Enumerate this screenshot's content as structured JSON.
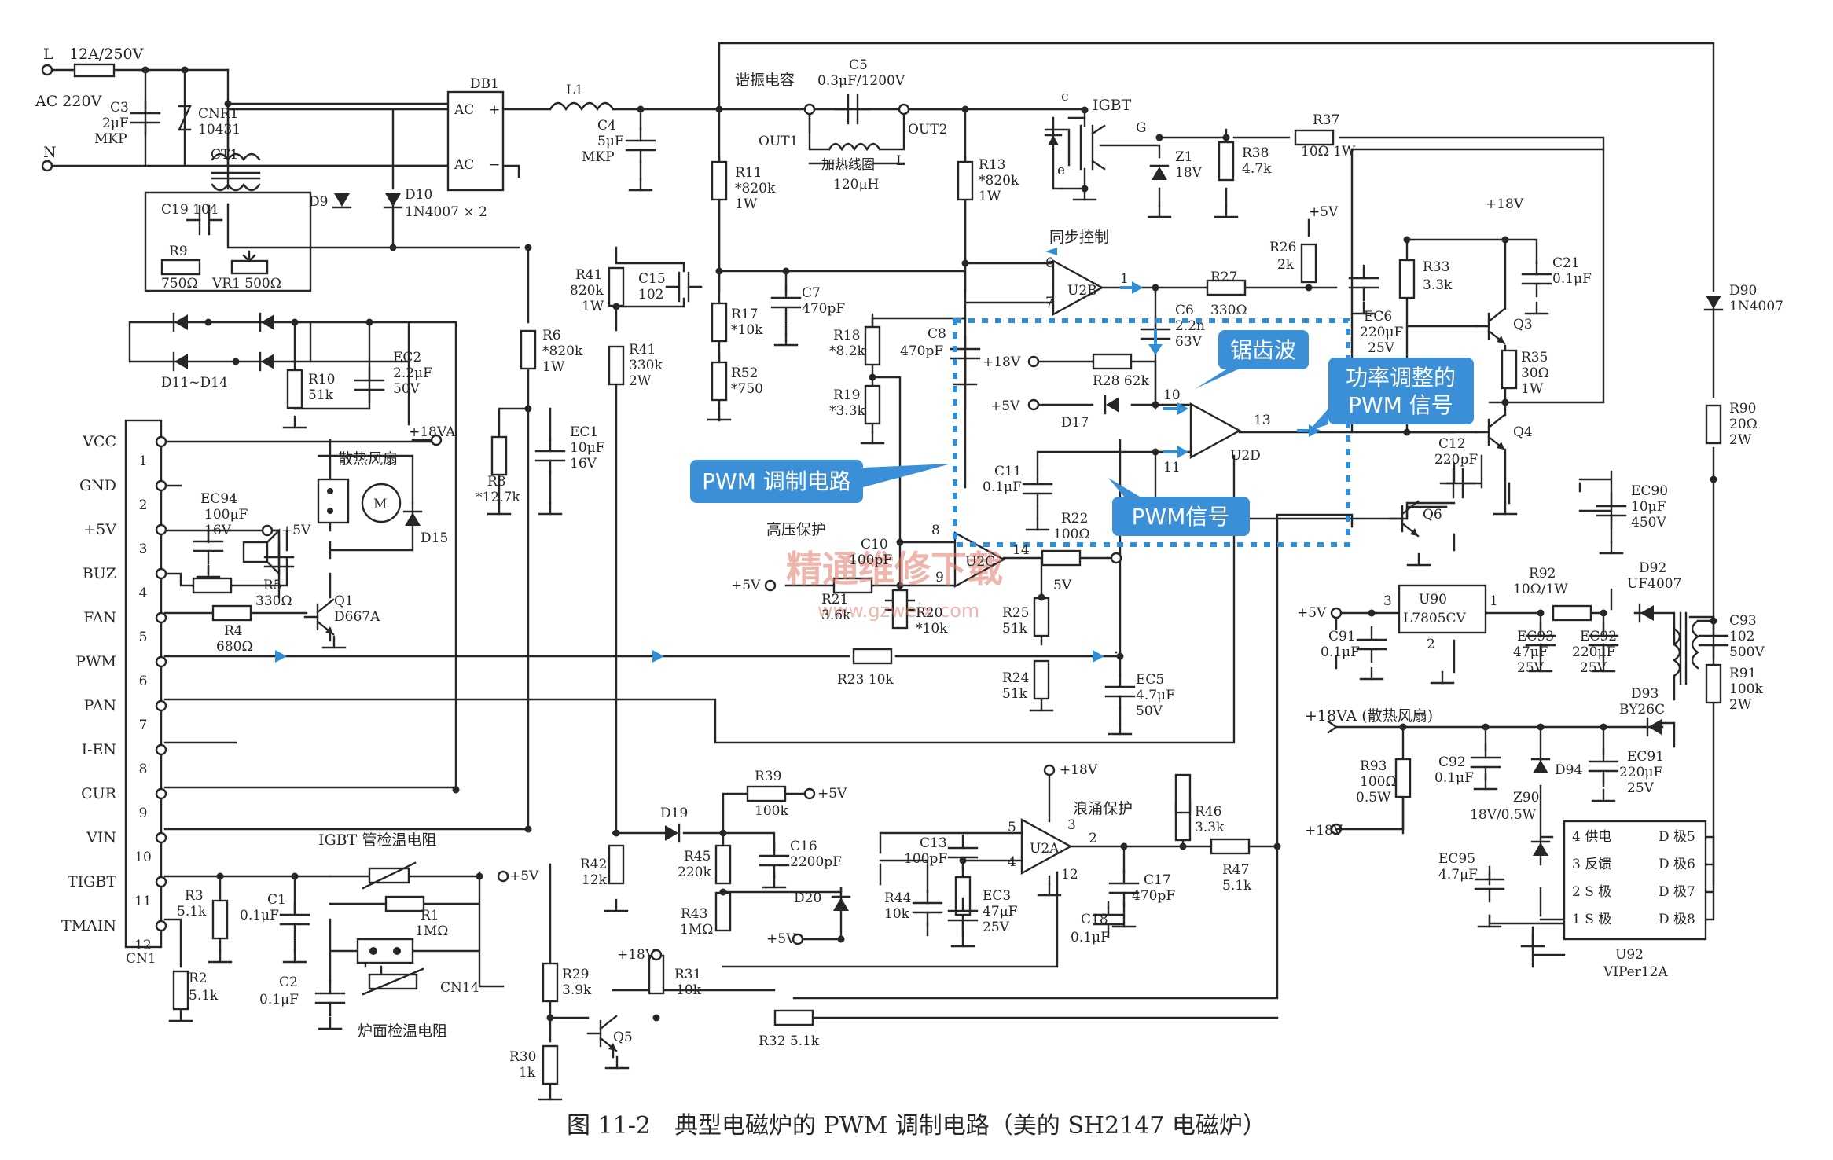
{
  "caption": "图 11-2　典型电磁炉的 PWM 调制电路（美的 SH2147 电磁炉）",
  "callouts": {
    "sawtooth": "锯齿波",
    "pwm_adjust_1": "功率调整的",
    "pwm_adjust_2": "PWM 信号",
    "pwm_circuit": "PWM 调制电路",
    "pwm_signal": "PWM信号"
  },
  "watermark": {
    "main": "精通维修下载",
    "url": "www.gzweix.com"
  },
  "section_labels": {
    "resonant_cap": "谐振电容",
    "sync": "同步控制",
    "hv_protect": "高压保护",
    "surge": "浪涌保护",
    "igbt_temp": "IGBT 管检温电阻",
    "pan_temp": "炉面检温电阻",
    "fan": "散热风扇",
    "fan_rail": "+18VA (散热风扇)"
  },
  "input": {
    "L": "L",
    "N": "N",
    "ac": "AC  220V",
    "fuse": "12A/250V"
  },
  "components": {
    "C3": [
      "C3",
      "2μF",
      "MKP"
    ],
    "CNR1": [
      "CNR1",
      "10431"
    ],
    "CT1": "CT1",
    "DB1": "DB1",
    "DB1_ac": "AC",
    "DB1_plus": "+",
    "DB1_minus": "−",
    "L1": "L1",
    "C4": [
      "C4",
      "5μF",
      "MKP"
    ],
    "C5": [
      "C5",
      "0.3μF/1200V"
    ],
    "OUT1": "OUT1",
    "OUT2": "OUT2",
    "coil": [
      "加热线圈",
      "120μH"
    ],
    "coil_L": "L",
    "IGBT": "IGBT",
    "IGBT_c": "c",
    "IGBT_e": "e",
    "IGBT_G": "G",
    "Z1": [
      "Z1",
      "18V"
    ],
    "R38": [
      "R38",
      "4.7k"
    ],
    "R37": [
      "R37",
      "10Ω 1W"
    ],
    "D9": "D9",
    "D10": [
      "D10",
      "1N4007 × 2"
    ],
    "C19": "C19 104",
    "R9": [
      "R9",
      "750Ω"
    ],
    "VR1": "VR1 500Ω",
    "D11": "D11~D14",
    "R10": [
      "R10",
      "51k"
    ],
    "EC2": [
      "EC2",
      "2.2μF",
      "50V"
    ],
    "R11": [
      "R11",
      "*820k",
      "1W"
    ],
    "R13": [
      "R13",
      "*820k",
      "1W"
    ],
    "R41a": [
      "R41",
      "820k",
      "1W"
    ],
    "C15": [
      "C15",
      "102"
    ],
    "R6": [
      "R6",
      "*820k",
      "1W"
    ],
    "R41b": [
      "R41",
      "330k",
      "2W"
    ],
    "R8": [
      "R8",
      "*12.7k"
    ],
    "EC1": [
      "EC1",
      "10μF",
      "16V"
    ],
    "C7": [
      "C7",
      "470pF"
    ],
    "R17": [
      "R17",
      "*10k"
    ],
    "R52": [
      "R52",
      "*750"
    ],
    "R18": [
      "R18",
      "*8.2k"
    ],
    "R19": [
      "R19",
      "*3.3k"
    ],
    "C8": [
      "C8",
      "470pF"
    ],
    "U2B": "U2B",
    "R27": [
      "R27",
      "330Ω"
    ],
    "R26": [
      "R26",
      "2k"
    ],
    "C6": [
      "C6",
      "2.2n",
      "63V"
    ],
    "R28": "R28 62k",
    "D17": "D17",
    "U2D": "U2D",
    "C11": [
      "C11",
      "0.1μF"
    ],
    "R22": [
      "R22",
      "100Ω"
    ],
    "U2C": "U2C",
    "C10": [
      "C10",
      "100pF"
    ],
    "R21": [
      "R21",
      "3.6k"
    ],
    "R20": [
      "R20",
      "*10k"
    ],
    "R25": [
      "R25",
      "51k"
    ],
    "R24": [
      "R24",
      "51k"
    ],
    "EC5": [
      "EC5",
      "4.7μF",
      "50V"
    ],
    "R23": "R23 10k",
    "R33": [
      "R33",
      "3.3k"
    ],
    "C21": [
      "C21",
      "0.1μF"
    ],
    "EC6": [
      "EC6",
      "220μF",
      "25V"
    ],
    "Q3": "Q3",
    "R35": [
      "R35",
      "30Ω",
      "1W"
    ],
    "Q4": "Q4",
    "C12": [
      "C12",
      "220pF"
    ],
    "Q6": "Q6",
    "D90": [
      "D90",
      "1N4007"
    ],
    "R90": [
      "R90",
      "20Ω",
      "2W"
    ],
    "EC90": [
      "EC90",
      "10μF",
      "450V"
    ],
    "U90": [
      "U90",
      "L7805CV"
    ],
    "C91": [
      "C91",
      "0.1μF"
    ],
    "EC93": [
      "EC93",
      "47μF",
      "25V"
    ],
    "R92": [
      "R92",
      "10Ω/1W"
    ],
    "EC92": [
      "EC92",
      "220μF",
      "25V"
    ],
    "D92": [
      "D92",
      "UF4007"
    ],
    "C93": [
      "C93",
      "102",
      "500V"
    ],
    "R91": [
      "R91",
      "100k",
      "2W"
    ],
    "D93": [
      "D93",
      "BY26C"
    ],
    "R93": [
      "R93",
      "100Ω",
      "0.5W"
    ],
    "C92": [
      "C92",
      "0.1μF"
    ],
    "D94": "D94",
    "EC91": [
      "EC91",
      "220μF",
      "25V"
    ],
    "Z90": [
      "Z90",
      "18V/0.5W"
    ],
    "EC95": [
      "EC95",
      "4.7μF"
    ],
    "U92": [
      "U92",
      "VIPer12A"
    ],
    "U92_pins_left": [
      "4 供电",
      "3 反馈",
      "2 S 极",
      "1 S 极"
    ],
    "U92_pins_right": [
      "D 极5",
      "D 极6",
      "D 极7",
      "D 极8"
    ],
    "EC94": [
      "EC94",
      "100μF",
      "16V"
    ],
    "R5": [
      "R5",
      "330Ω"
    ],
    "R4": [
      "R4",
      "680Ω"
    ],
    "Q1": [
      "Q1",
      "D667A"
    ],
    "D15": "D15",
    "fan_M": "M",
    "CN1": "CN1",
    "R3": [
      "R3",
      "5.1k"
    ],
    "C1": [
      "C1",
      "0.1μF"
    ],
    "R1": [
      "R1",
      "1MΩ"
    ],
    "R2": [
      "R2",
      "5.1k"
    ],
    "C2": [
      "C2",
      "0.1μF"
    ],
    "CN14": "CN14",
    "R39": [
      "R39",
      "100k"
    ],
    "D19": "D19",
    "R45": [
      "R45",
      "220k"
    ],
    "C16": [
      "C16",
      "2200pF"
    ],
    "C13": [
      "C13",
      "100pF"
    ],
    "D20": "D20",
    "R44": [
      "R44",
      "10k"
    ],
    "EC3": [
      "EC3",
      "47μF",
      "25V"
    ],
    "U2A": "U2A",
    "R46": [
      "R46",
      "3.3k"
    ],
    "R47": [
      "R47",
      "5.1k"
    ],
    "C17": [
      "C17",
      "470pF"
    ],
    "C18": [
      "C18",
      "0.1μF"
    ],
    "R42": [
      "R42",
      "12k"
    ],
    "R43": [
      "R43",
      "1MΩ"
    ],
    "R29": [
      "R29",
      "3.9k"
    ],
    "R31": [
      "R31",
      "10k"
    ],
    "R32": "R32 5.1k",
    "R30": [
      "R30",
      "1k"
    ],
    "Q5": "Q5"
  },
  "opamp_pins": {
    "U2B": [
      "6",
      "7",
      "1"
    ],
    "U2D": [
      "10",
      "11",
      "13"
    ],
    "U2C": [
      "8",
      "9",
      "14"
    ],
    "U2A": [
      "5",
      "4",
      "2",
      "3",
      "12"
    ],
    "U90": [
      "3",
      "1",
      "2"
    ]
  },
  "rails": {
    "p5": "+5V",
    "p18": "+18V",
    "p18va": "+18VA",
    "p5b": "5V"
  },
  "cn1_pins": [
    {
      "name": "VCC",
      "num": "1"
    },
    {
      "name": "GND",
      "num": "2"
    },
    {
      "name": "+5V",
      "num": "3"
    },
    {
      "name": "BUZ",
      "num": "4"
    },
    {
      "name": "FAN",
      "num": "5"
    },
    {
      "name": "PWM",
      "num": "6"
    },
    {
      "name": "PAN",
      "num": "7"
    },
    {
      "name": "I-EN",
      "num": "8"
    },
    {
      "name": "CUR",
      "num": "9"
    },
    {
      "name": "VIN",
      "num": "10"
    },
    {
      "name": "TIGBT",
      "num": "11"
    },
    {
      "name": "TMAIN",
      "num": "12"
    }
  ],
  "colors": {
    "wire": "#262626",
    "highlight": "#2e8fd8",
    "callout_bg": "#3b8fd6",
    "background": "#ffffff"
  }
}
